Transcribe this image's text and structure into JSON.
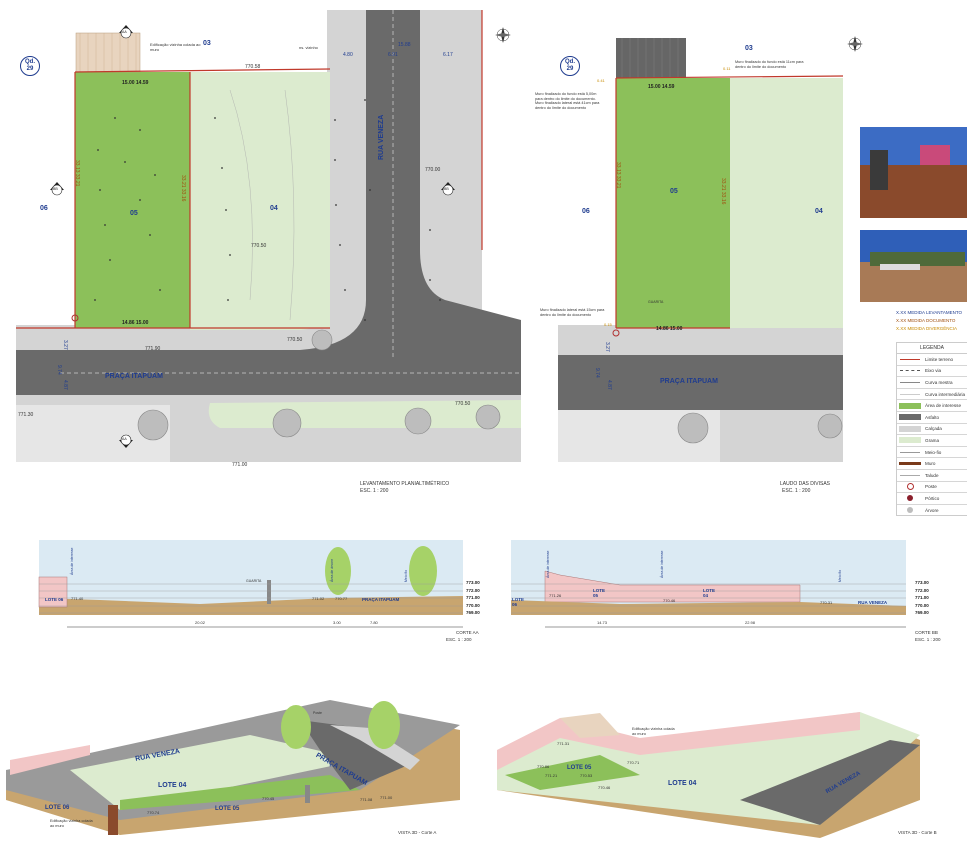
{
  "plan_left": {
    "title": "LEVANTAMENTO PLANIALTIMÉTRICO",
    "scale": "ESC. 1 : 200",
    "qd": "Qd.",
    "qd_num": "29",
    "lot_labels": {
      "l03": "03",
      "l04": "04",
      "l05": "05",
      "l06": "06"
    },
    "street": "RUA VENEZA",
    "square": "PRAÇA ITAPUAM",
    "note_building": "Edificação vizinha colada ao muro",
    "note_neighbor": "ns. vizinho",
    "levels": {
      "top": "770.58",
      "left": "771.30",
      "bottom": "771.00",
      "curb": "770.50",
      "mid": "770.50",
      "right_street": "770.00",
      "sq_right": "770.50",
      "sq_left": "771.90"
    },
    "dims": {
      "front_top": "15.00 14.59",
      "front_bottom": "14.86 15.00",
      "side_left": "33.13 33.21",
      "side_right": "33.21 33.16",
      "street_a": "4.80",
      "street_b": "6.91",
      "street_c": "6.17",
      "street_w": "15.88",
      "walk_a": "3.27",
      "walk_b": "9.74",
      "walk_c": "4.87"
    },
    "cut_a": "AA",
    "cut_b": "BB"
  },
  "plan_right": {
    "title": "LAUDO DAS DIVISAS",
    "scale": "ESC. 1 : 200",
    "qd": "Qd.",
    "qd_num": "29",
    "lot_labels": {
      "l03": "03",
      "l04": "04",
      "l05": "05",
      "l06": "06"
    },
    "square": "PRAÇA ITAPUAM",
    "note_top": "Muro finalizado do fundo está 11cm para dentro do limite do documento",
    "note_left": "Muro finalizado do fundo está 5,00m para dentro do limite do documento. Muro finalizado lateral está 41cm para dentro do limite do documento",
    "note_bottom": "Muro finalizado lateral está 15cm para dentro do limite do documento",
    "dims": {
      "front_top": "15.00 14.59",
      "front_bottom": "14.86 15.00",
      "side_left": "33.13 33.21",
      "side_right": "33.21 33.16",
      "walk_a": "3.27",
      "walk_b": "9.74",
      "walk_c": "4.87",
      "nw": "0.41",
      "ne": "0.11",
      "sw": "0.15"
    },
    "guard": "GUARITA"
  },
  "legend": {
    "measures": [
      "MEDIDA LEVANTAMENTO",
      "MEDIDA DOCUMENTO",
      "MEDIDA DIVERGÊNCIA"
    ],
    "title": "LEGENDA",
    "items": [
      "Limite terreno",
      "Eixo via",
      "Curva mestra",
      "Curva intermediária",
      "Área de interesse",
      "Asfalto",
      "Calçada",
      "Grama",
      "Meio-fio",
      "Muro",
      "Talude",
      "Poste",
      "Pórtico",
      "Árvore"
    ]
  },
  "section_aa": {
    "title": "CORTE AA",
    "scale": "ESC. 1 : 200",
    "labels": {
      "lot": "LOTE 06",
      "square": "PRAÇA ITAPUAM",
      "guard": "GUARITA",
      "area": "Área de interesse",
      "tree": "Área de árvore",
      "curb": "Meio fio"
    },
    "levels": [
      "773.00",
      "772.00",
      "771.00",
      "770.00",
      "769.00"
    ],
    "spots": [
      "771.40",
      "771.02",
      "770.77"
    ],
    "dims": [
      "20.02",
      "3.00",
      "7.80"
    ]
  },
  "section_bb": {
    "title": "CORTE BB",
    "scale": "ESC. 1 : 200",
    "labels": {
      "lot06": "LOTE 06",
      "lot05": "LOTE 05",
      "lot04": "LOTE 04",
      "street": "RUA VENEZA",
      "area1": "Área de interesse",
      "area2": "Área de interesse",
      "curb": "Meio fio"
    },
    "levels": [
      "773.00",
      "772.00",
      "771.00",
      "770.00",
      "769.00"
    ],
    "spots": [
      "771.26",
      "770.46",
      "770.31"
    ],
    "dims": [
      "14.73",
      "22.98"
    ]
  },
  "view_a": {
    "title": "VISTA 3D - Corte A",
    "labels": {
      "street": "RUA VENEZA",
      "square": "PRAÇA ITAPUAM",
      "lot04": "LOTE 04",
      "lot05": "LOTE 05",
      "lot06": "LOTE 06",
      "note": "Edificação vizinha colada ao muro",
      "post": "Poste"
    },
    "spots": [
      "770.74",
      "770.45",
      "771.08",
      "771.00"
    ]
  },
  "view_b": {
    "title": "VISTA 3D - Corte B",
    "labels": {
      "street": "RUA VENEZA",
      "lot04": "LOTE 04",
      "lot05": "LOTE 05",
      "note": "Edificação vizinha colada ao muro"
    },
    "spots": [
      "771.31",
      "770.86",
      "771.21",
      "770.53",
      "770.71",
      "770.46"
    ]
  },
  "colors": {
    "lot": "#8cc05a",
    "lot_light": "#dcebcf",
    "asphalt": "#6a6a6a",
    "sidewalk": "#d4d4d4",
    "boundary": "#c0392b",
    "wall": "#f2c6c6",
    "soil": "#c8a56f",
    "blue_text": "#1f3c8f"
  }
}
